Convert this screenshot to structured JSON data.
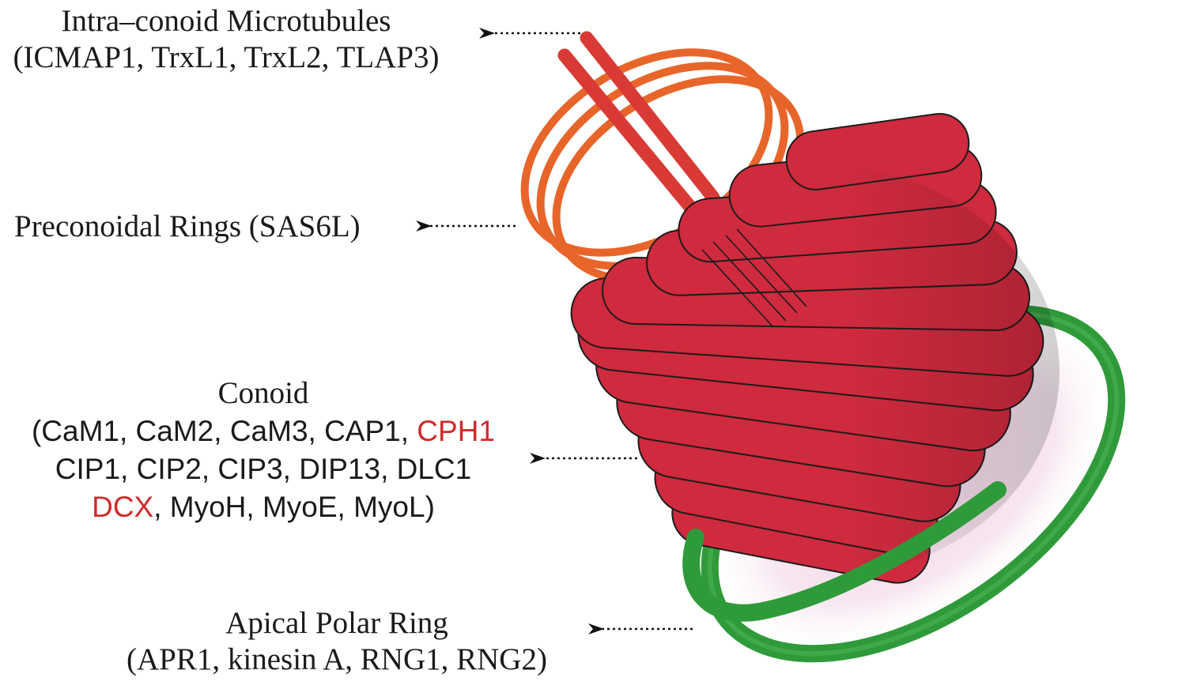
{
  "labels": {
    "intra": {
      "title": "Intra–conoid Microtubules",
      "proteins": "(ICMAP1, TrxL1, TrxL2, TLAP3)"
    },
    "preconoidal": {
      "title": "Preconoidal Rings (SAS6L)"
    },
    "conoid": {
      "title": "Conoid",
      "line1_pre": "(CaM1, CaM2, CaM3, CAP1, ",
      "line1_red": "CPH1",
      "line2": "CIP1, CIP2, CIP3, DIP13, DLC1",
      "line3_red": "DCX",
      "line3_post": ", MyoH, MyoE, MyoL)"
    },
    "apr": {
      "title": "Apical Polar Ring",
      "proteins": "(APR1, kinesin A, RNG1, RNG2)"
    }
  },
  "colors": {
    "conoid_red": "#cf2a3e",
    "ring_orange": "#e8652a",
    "microtubule_red": "#d93a35",
    "apr_green": "#2f9a3a",
    "highlight_red": "#d02a2a"
  }
}
